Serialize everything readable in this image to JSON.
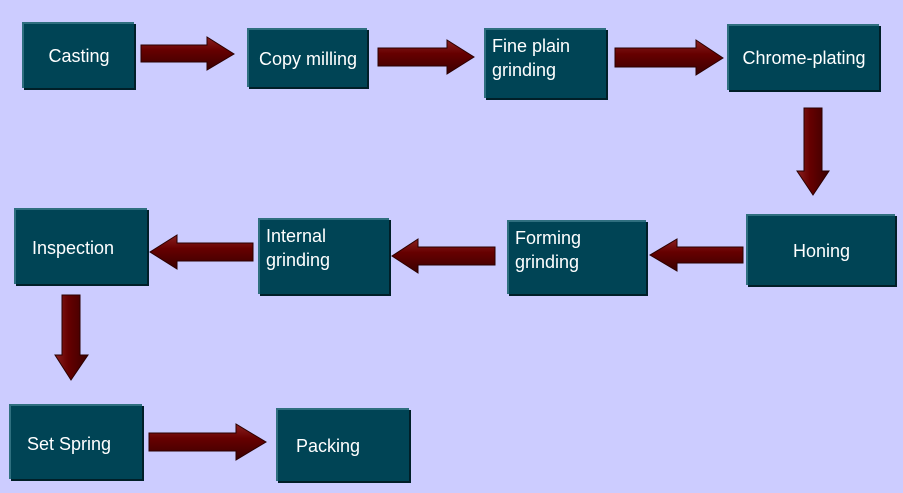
{
  "steps": {
    "casting": "Casting",
    "copy_milling": "Copy milling",
    "fine_plain_grinding": "Fine plain grinding",
    "chrome_plating": "Chrome-plating",
    "honing": "Honing",
    "forming_grinding": "Forming grinding",
    "internal_grinding": "Internal grinding",
    "inspection": "Inspection",
    "set_spring": "Set Spring",
    "packing": "Packing"
  },
  "colors": {
    "background": "#ccccff",
    "box_fill": "#004455",
    "box_text": "#ffffff",
    "arrow_fill": "#660000"
  }
}
